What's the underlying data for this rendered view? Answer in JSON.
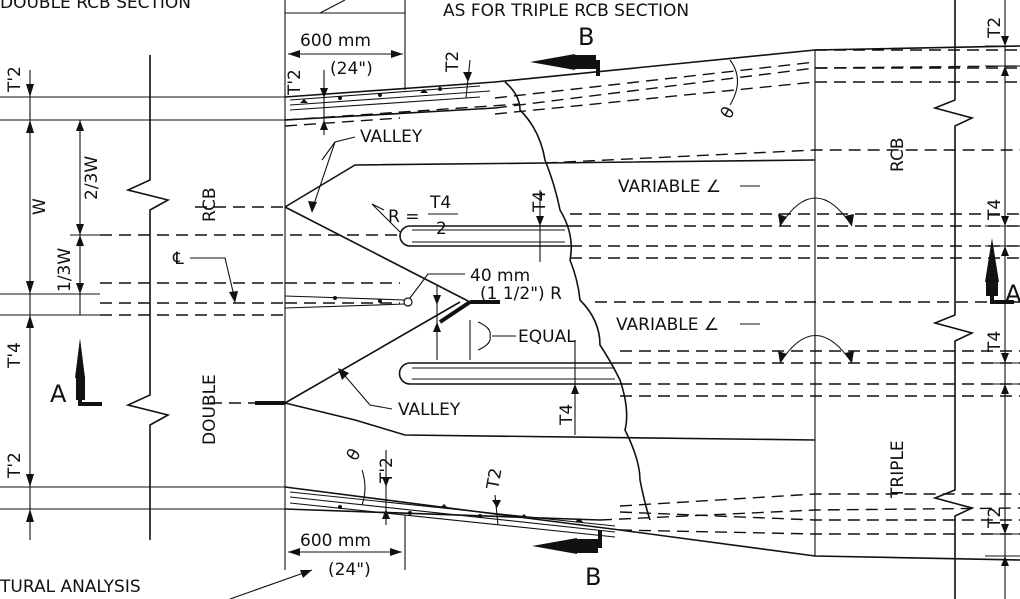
{
  "labels": {
    "double_rcb_section": "DOUBLE RCB SECTION",
    "as_for_triple": "AS FOR TRIPLE RCB SECTION",
    "dim_600mm_top": "600 mm",
    "dim_24in_top": "(24\")",
    "dim_600mm_bottom": "600 mm",
    "dim_24in_bottom": "(24\")",
    "section_b_top": "B",
    "section_b_bottom": "B",
    "section_a_left": "A",
    "section_a_right": "A",
    "valley_top": "VALLEY",
    "valley_bottom": "VALLEY",
    "variable_top": "VARIABLE ∠",
    "variable_bottom": "VARIABLE ∠",
    "radius_R": "R =",
    "radius_T4": "T4",
    "radius_2": "2",
    "dim_40mm": "40 mm",
    "dim_1_5in_R": "(1 1/2\") R",
    "equal": "EQUAL",
    "rcb_left": "RCB",
    "double_left": "DOUBLE",
    "rcb_right": "RCB",
    "triple_right": "TRIPLE",
    "w": "W",
    "two_thirds_w": "2/3W",
    "one_third_w": "1/3W",
    "t2_prime_top": "T'2",
    "t2_prime_inner_top": "T'2",
    "t2_prime_bottom": "T'2",
    "t2_prime_inner_bottom": "T'2",
    "t4_prime": "T'4",
    "t2_top_wall": "T2",
    "t2_bottom_wall": "T2",
    "t4_mid_top": "T4",
    "t4_mid_bottom": "T4",
    "t2_right_top": "T2",
    "t2_right_bottom": "T2",
    "t4_right_top": "T4",
    "t4_right_mid": "T4",
    "theta_top": "θ",
    "theta_bottom": "θ",
    "centerline": "℄",
    "structural_analysis": "TURAL ANALYSIS"
  }
}
